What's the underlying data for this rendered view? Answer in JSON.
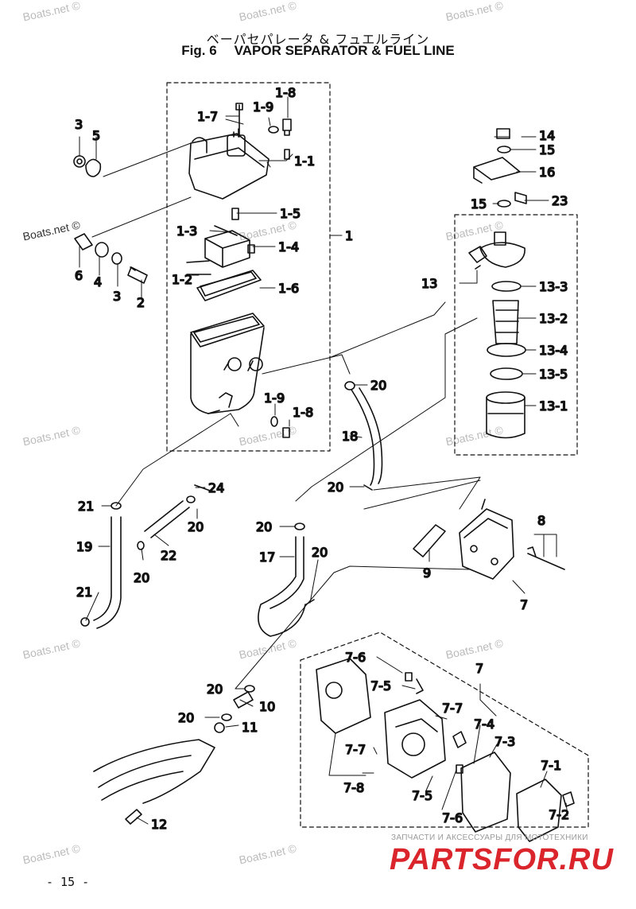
{
  "header": {
    "title_jp": "ベーパセパレータ & フュエルライン",
    "fig_label": "Fig. 6",
    "title_en": "VAPOR SEPARATOR & FUEL LINE"
  },
  "watermark": "Boats.net ©",
  "footer": {
    "page_number": "- 15 -"
  },
  "promo": {
    "tagline": "ЗАПЧАСТИ И АКСЕССУАРЫ ДЛЯ МОТОТЕХНИКИ",
    "brand": "PARTSFOR.RU"
  },
  "labels": {
    "l1": "1",
    "l1_1": "1-1",
    "l1_2": "1-2",
    "l1_3": "1-3",
    "l1_4": "1-4",
    "l1_5": "1-5",
    "l1_6": "1-6",
    "l1_7": "1-7",
    "l1_8": "1-8",
    "l1_9": "1-9",
    "l2": "2",
    "l3": "3",
    "l4": "4",
    "l5": "5",
    "l6": "6",
    "l7": "7",
    "l8": "8",
    "l9": "9",
    "l10": "10",
    "l11": "11",
    "l12": "12",
    "l13": "13",
    "l13_1": "13-1",
    "l13_2": "13-2",
    "l13_3": "13-3",
    "l13_4": "13-4",
    "l13_5": "13-5",
    "l14": "14",
    "l15": "15",
    "l16": "16",
    "l17": "17",
    "l18": "18",
    "l19": "19",
    "l20": "20",
    "l21": "21",
    "l22": "22",
    "l23": "23",
    "l24": "24",
    "l7_1": "7-1",
    "l7_2": "7-2",
    "l7_3": "7-3",
    "l7_4": "7-4",
    "l7_5": "7-5",
    "l7_6": "7-6",
    "l7_7": "7-7",
    "l7_8": "7-8"
  }
}
